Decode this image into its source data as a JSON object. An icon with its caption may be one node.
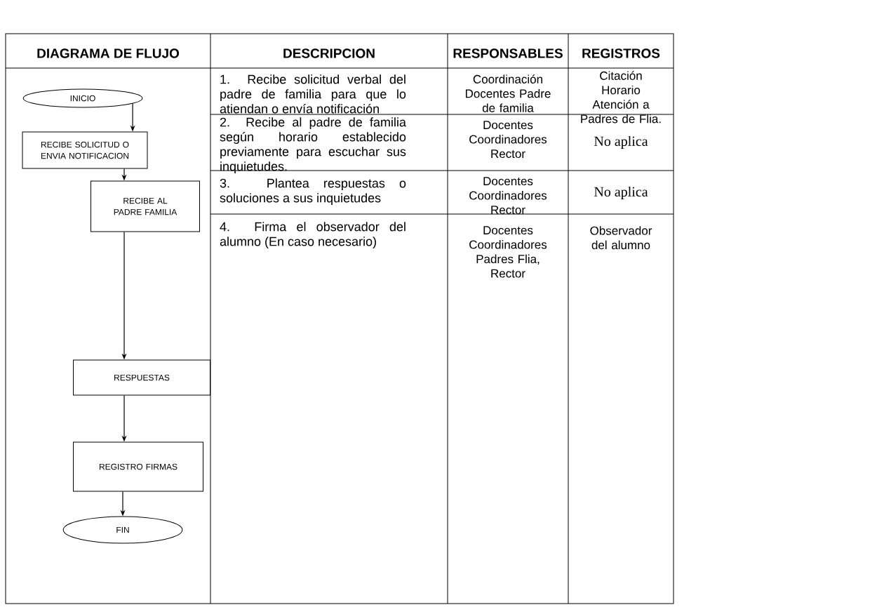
{
  "diagram": {
    "nodes": [
      {
        "text": [
          "INICIO"
        ]
      },
      {
        "text": [
          "RECIBE SOLICITUD O ENVIA NOTIFICACION"
        ]
      },
      {
        "text": [
          "RECIBE AL PADRE FAMILIA"
        ]
      },
      {
        "text": [
          "RESPUESTAS"
        ]
      },
      {
        "text": [
          "REGISTRO FIRMAS"
        ]
      },
      {
        "text": [
          "FIN"
        ]
      }
    ],
    "edges": [
      {
        "from": 0,
        "to": 1,
        "arrow": "to"
      },
      {
        "from": 1,
        "to": 2,
        "arrow": "to"
      },
      {
        "from": 2,
        "to": 3,
        "arrow": "to"
      },
      {
        "from": 3,
        "to": 4,
        "arrow": "to"
      },
      {
        "from": 4,
        "to": 5,
        "arrow": "to"
      }
    ],
    "labels": [
      "DIAGRAMA DE FLUJO",
      "DESCRIPCION",
      "RESPONSABLES",
      "REGISTROS",
      "1. Recibe solicitud verbal del padre de familia para que lo atiendan o envía notificación",
      "Coordinación Docentes Padre de familia",
      "Citación Horario Atención a Padres de Flia.",
      "2. Recibe al padre de familia según horario establecido previamente para escuchar sus inquietudes.",
      "Docentes Coordinadores Rector",
      "No aplica",
      "3. Plantea respuestas o soluciones a sus inquietudes",
      "Docentes Coordinadores Rector",
      "No aplica",
      "4. Firma el observador del alumno (En caso necesario)",
      "Docentes Coordinadores Padres Flia, Rector",
      "Observador del alumno"
    ]
  }
}
